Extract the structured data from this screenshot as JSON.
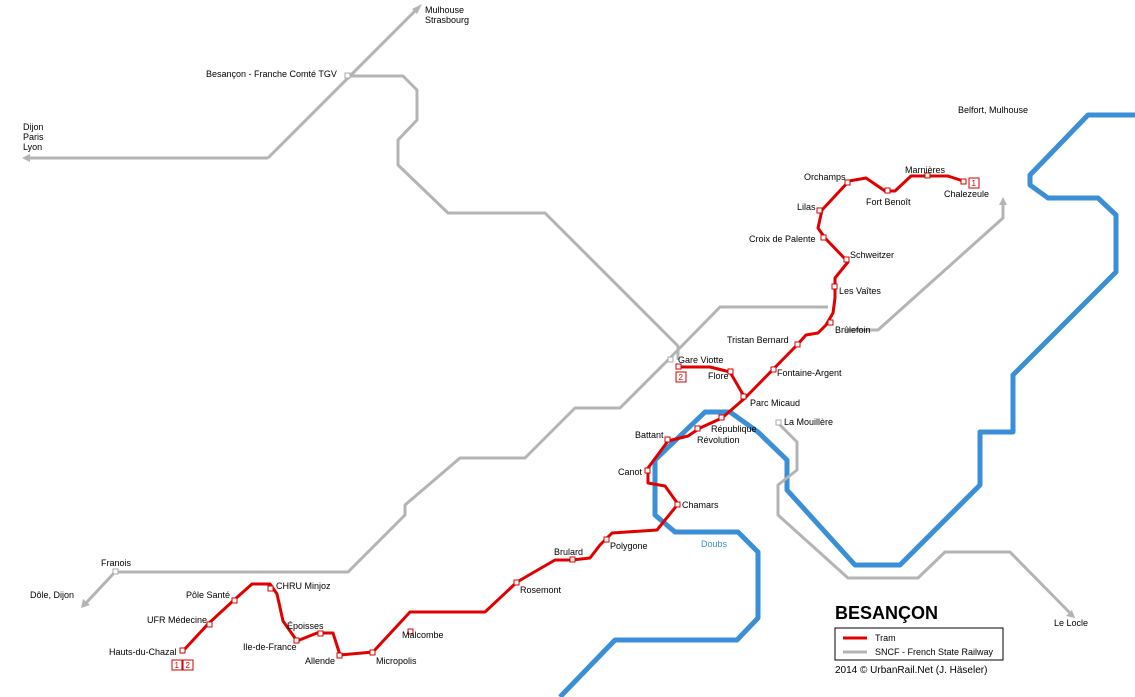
{
  "colors": {
    "tram": "#e00000",
    "rail": "#b4b4b4",
    "river": "#3b8fd6"
  },
  "rail_labels": {
    "mulhouse": "Mulhouse",
    "strasbourg": "Strasbourg",
    "tgv": "Besançon - Franche Comté TGV",
    "dijon": "Dijon",
    "paris": "Paris",
    "lyon": "Lyon",
    "belfort": "Belfort, Mulhouse",
    "franois": "Franois",
    "dole": "Dôle, Dijon",
    "lalocle": "Le Locle",
    "mouillere": "La Mouillère"
  },
  "river_label": "Doubs",
  "stations": {
    "chalezeule": "Chalezeule",
    "marnieres": "Marnières",
    "fortbenoit": "Fort Benoît",
    "orchamps": "Orchamps",
    "lilas": "Lilas",
    "croix": "Croix de Palente",
    "schweitzer": "Schweitzer",
    "vaites": "Les Vaîtes",
    "brulefoin": "Brûlefoin",
    "tristan": "Tristan Bernard",
    "fontaine": "Fontaine-Argent",
    "garevotte": "Gare Viotte",
    "flore": "Flore",
    "parcmicaud": "Parc Micaud",
    "republique": "République",
    "revolution": "Révolution",
    "battant": "Battant",
    "canot": "Canot",
    "chamars": "Chamars",
    "polygone": "Polygone",
    "brulard": "Brulard",
    "rosemont": "Rosemont",
    "malcombe": "Malcombe",
    "micropolis": "Micropolis",
    "allende": "Allende",
    "iledefrance": "Ile-de-France",
    "epoisses": "Époisses",
    "chru": "CHRU Minjoz",
    "polesante": "Pôle Santé",
    "ufr": "UFR Médecine",
    "hauts": "Hauts-du-Chazal"
  },
  "badges": {
    "line1": "1",
    "line2": "2"
  },
  "title": "BESANÇON",
  "legend": {
    "tram": "Tram",
    "rail": "SNCF - French State Railway"
  },
  "credit": "2014 © UrbanRail.Net (J. Häseler)"
}
